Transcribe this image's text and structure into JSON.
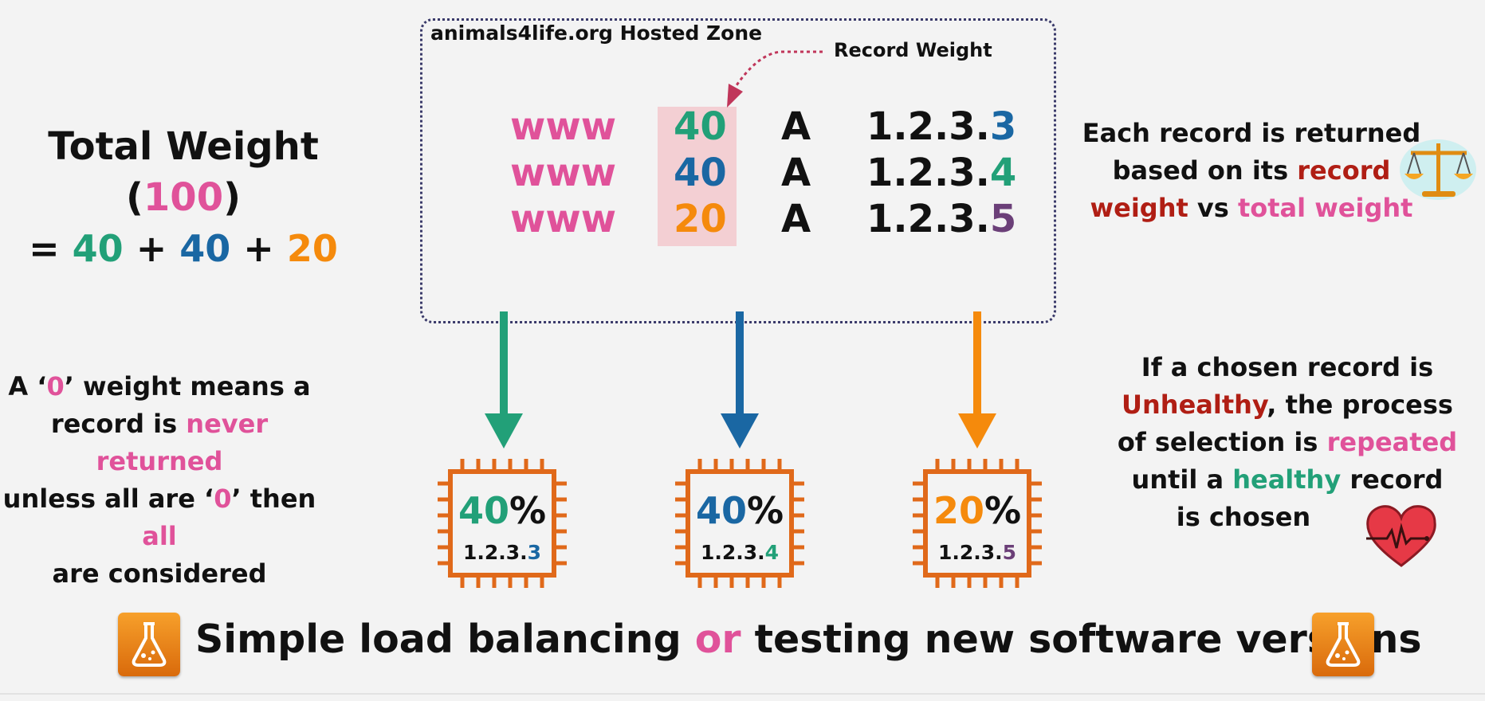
{
  "zone": {
    "title": "animals4life.org Hosted Zone",
    "record_weight_label": "Record Weight"
  },
  "records": [
    {
      "name": "www",
      "weight": "40",
      "type": "A",
      "ip_prefix": "1.2.3.",
      "ip_last": "3",
      "weight_color": "#22a078",
      "last_color": "#1a67a3"
    },
    {
      "name": "www",
      "weight": "40",
      "type": "A",
      "ip_prefix": "1.2.3.",
      "ip_last": "4",
      "weight_color": "#1a67a3",
      "last_color": "#22a078"
    },
    {
      "name": "www",
      "weight": "20",
      "type": "A",
      "ip_prefix": "1.2.3.",
      "ip_last": "5",
      "weight_color": "#f58a0c",
      "last_color": "#6b3f78"
    }
  ],
  "total": {
    "label": "Total Weight",
    "open": "(",
    "value": "100",
    "close": ")",
    "eq": "=",
    "w1": "40",
    "plus1": "+",
    "w2": "40",
    "plus2": "+",
    "w3": "20"
  },
  "right_note": {
    "line1": "Each record is returned",
    "line2a": "based on its",
    "line2b": "record",
    "line3a": "weight",
    "line3b": "vs",
    "line3c": "total weight"
  },
  "left_note": {
    "l1a": "A ‘",
    "l1b": "0",
    "l1c": "’ weight means a",
    "l2a": "record is",
    "l2b": "never returned",
    "l3a": "unless all are ‘",
    "l3b": "0",
    "l3c": "’ then",
    "l3d": "all",
    "l4": "are considered"
  },
  "health_note": {
    "l1": "If a chosen record is",
    "l2a": "Unhealthy",
    "l2b": ", the process",
    "l3a": "of selection is",
    "l3b": "repeated",
    "l4a": "until a",
    "l4b": "healthy",
    "l4c": "record",
    "l5": "is chosen"
  },
  "chips": [
    {
      "pct": "40",
      "sign": "%",
      "ip_prefix": "1.2.3.",
      "ip_last": "3",
      "pct_color": "#22a078",
      "last_color": "#1a67a3",
      "arrow_color": "#22a078"
    },
    {
      "pct": "40",
      "sign": "%",
      "ip_prefix": "1.2.3.",
      "ip_last": "4",
      "pct_color": "#1a67a3",
      "last_color": "#22a078",
      "arrow_color": "#1a67a3"
    },
    {
      "pct": "20",
      "sign": "%",
      "ip_prefix": "1.2.3.",
      "ip_last": "5",
      "pct_color": "#f58a0c",
      "last_color": "#6b3f78",
      "arrow_color": "#f58a0c"
    }
  ],
  "bottom": {
    "part1": "Simple load balancing",
    "or": "or",
    "part2": "testing new software versions"
  },
  "icons": {
    "chip": "cpu-chip-icon",
    "flask": "flask-icon",
    "scales": "scales-icon",
    "heart": "heart-icon"
  }
}
